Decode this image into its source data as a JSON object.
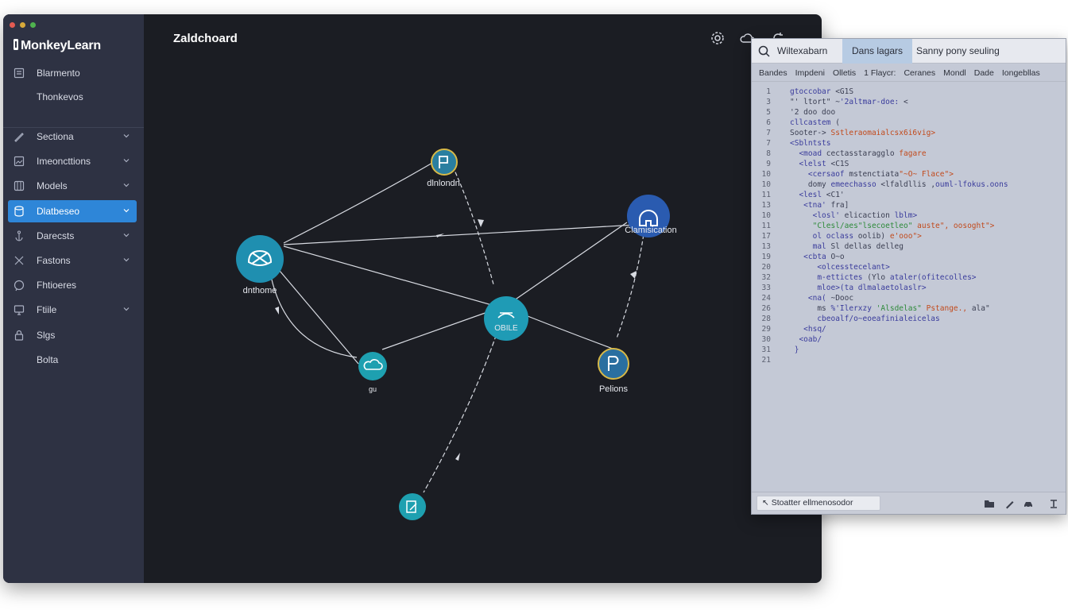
{
  "app": {
    "title": "MonkeyLearn"
  },
  "sidebar": {
    "items": [
      {
        "label": "Blarmento",
        "icon": "document-icon",
        "has_chevron": false,
        "active": false
      },
      {
        "label": "Thonkevos",
        "icon": "",
        "has_chevron": false,
        "active": false
      },
      {
        "label": "Sectiona",
        "icon": "pen-icon",
        "has_chevron": true,
        "active": false
      },
      {
        "label": "Imeoncttions",
        "icon": "image-icon",
        "has_chevron": true,
        "active": false
      },
      {
        "label": "Models",
        "icon": "box-icon",
        "has_chevron": true,
        "active": false
      },
      {
        "label": "Dlatbeseo",
        "icon": "database-icon",
        "has_chevron": true,
        "active": true
      },
      {
        "label": "Darecsts",
        "icon": "anchor-icon",
        "has_chevron": true,
        "active": false
      },
      {
        "label": "Fastons",
        "icon": "tools-icon",
        "has_chevron": true,
        "active": false
      },
      {
        "label": "Fhtioeres",
        "icon": "chat-icon",
        "has_chevron": false,
        "active": false
      },
      {
        "label": "Ftiile",
        "icon": "monitor-icon",
        "has_chevron": true,
        "active": false
      },
      {
        "label": "Slgs",
        "icon": "lock-icon",
        "has_chevron": false,
        "active": false
      },
      {
        "label": "Bolta",
        "icon": "",
        "has_chevron": false,
        "active": false
      }
    ]
  },
  "main": {
    "title": "Zaldchoard",
    "top_icons": [
      "gear-icon",
      "cloud-upload-icon",
      "refresh-icon"
    ]
  },
  "graph": {
    "nodes": [
      {
        "id": "top",
        "label": "dlnlondn",
        "icon": "flag-icon",
        "color": "#2a7fa0"
      },
      {
        "id": "left",
        "label": "dnthome",
        "icon": "brain-icon",
        "color": "#1f8fb0"
      },
      {
        "id": "center",
        "label": "OBILE",
        "icon": "handshake-icon",
        "color": "#1f9bb5"
      },
      {
        "id": "right-top",
        "label": "Clamisication",
        "icon": "robot-head-icon",
        "color": "#2a5bb0"
      },
      {
        "id": "right-mid",
        "label": "Pelions",
        "icon": "letter-p-icon",
        "color": "#2a6fa0"
      },
      {
        "id": "small-left",
        "label": "gu",
        "icon": "cloud-icon",
        "color": "#1ea0b0"
      },
      {
        "id": "bottom",
        "label": "",
        "icon": "pencil-box-icon",
        "color": "#1ea0b0"
      }
    ]
  },
  "editor": {
    "tabs": [
      {
        "label": "Wiltexabarn",
        "active": false
      },
      {
        "label": "Dans lagars",
        "active": true
      },
      {
        "label": "Sanny pony seuling",
        "active": false
      }
    ],
    "menu": [
      "Bandes",
      "Impdeni",
      "Olletis",
      "1 Flaycr:",
      "Ceranes",
      "Mondl",
      "Dade",
      "Iongebllas"
    ],
    "lines": [
      {
        "n": "1",
        "segments": [
          {
            "t": "gtoccobar",
            "c": "kw"
          },
          {
            "t": " <G1S",
            "c": "pl"
          }
        ]
      },
      {
        "n": "3",
        "segments": [
          {
            "t": "\"' ltort\" ~",
            "c": "pl"
          },
          {
            "t": "'2altmar-doe:",
            "c": "kw"
          },
          {
            "t": " <",
            "c": "pl"
          }
        ]
      },
      {
        "n": "5",
        "segments": [
          {
            "t": "'2 doo doo",
            "c": "pl"
          }
        ]
      },
      {
        "n": "6",
        "segments": [
          {
            "t": "cllcastem",
            "c": "kw"
          },
          {
            "t": " (",
            "c": "pl"
          }
        ]
      },
      {
        "n": "7",
        "segments": [
          {
            "t": "Sooter->",
            "c": "pl"
          },
          {
            "t": " Sstleraomaialcsx6i6vig>",
            "c": "str"
          }
        ]
      },
      {
        "n": "7",
        "segments": [
          {
            "t": "<Sblntsts",
            "c": "kw"
          }
        ]
      },
      {
        "n": "8",
        "segments": [
          {
            "t": "  <moad ",
            "c": "kw"
          },
          {
            "t": "cectasstaragglo",
            "c": "pl"
          },
          {
            "t": " fagare",
            "c": "str"
          }
        ]
      },
      {
        "n": "9",
        "segments": [
          {
            "t": "  <lelst ",
            "c": "kw"
          },
          {
            "t": "<C1S",
            "c": "pl"
          }
        ]
      },
      {
        "n": "10",
        "segments": [
          {
            "t": "    <cersaof ",
            "c": "kw"
          },
          {
            "t": "mstenctiata",
            "c": "pl"
          },
          {
            "t": "\"~O~ Flace\">",
            "c": "str"
          }
        ]
      },
      {
        "n": "10",
        "segments": [
          {
            "t": "    domy ",
            "c": "pl"
          },
          {
            "t": "emeechasso",
            "c": "kw"
          },
          {
            "t": " <lfaldllis ,",
            "c": "pl"
          },
          {
            "t": "ouml-lfokus.oons",
            "c": "kw"
          }
        ]
      },
      {
        "n": "11",
        "segments": [
          {
            "t": "  <lesl ",
            "c": "kw"
          },
          {
            "t": "<C1'",
            "c": "pl"
          }
        ]
      },
      {
        "n": "13",
        "segments": [
          {
            "t": "   <tna' ",
            "c": "kw"
          },
          {
            "t": "fra]",
            "c": "pl"
          }
        ]
      },
      {
        "n": "10",
        "segments": [
          {
            "t": "     <losl'",
            "c": "kw"
          },
          {
            "t": " elicaction ",
            "c": "pl"
          },
          {
            "t": "lblm>",
            "c": "kw"
          }
        ]
      },
      {
        "n": "11",
        "segments": [
          {
            "t": "     \"Clesl/aes\"",
            "c": "grn"
          },
          {
            "t": "lsecoetleo\"",
            "c": "grn"
          },
          {
            "t": " auste\"",
            "c": "str"
          },
          {
            "t": ", oosoght\">",
            "c": "str"
          }
        ]
      },
      {
        "n": "17",
        "segments": [
          {
            "t": "     ol oclass ",
            "c": "kw"
          },
          {
            "t": "oolib)",
            "c": "pl"
          },
          {
            "t": " e'ooo\">",
            "c": "str"
          }
        ]
      },
      {
        "n": "13",
        "segments": [
          {
            "t": "     mal ",
            "c": "kw"
          },
          {
            "t": "Sl dellas delleg",
            "c": "pl"
          }
        ]
      },
      {
        "n": "19",
        "segments": [
          {
            "t": "   <cbta ",
            "c": "kw"
          },
          {
            "t": "O~o",
            "c": "pl"
          }
        ]
      },
      {
        "n": "20",
        "segments": [
          {
            "t": "      <olcesstecelant>",
            "c": "kw"
          }
        ]
      },
      {
        "n": "32",
        "segments": [
          {
            "t": "      m-ettictes ",
            "c": "kw"
          },
          {
            "t": "(Ylo ",
            "c": "pl"
          },
          {
            "t": "ataler(ofitecolles>",
            "c": "kw"
          }
        ]
      },
      {
        "n": "33",
        "segments": [
          {
            "t": "      mloe>(ta ",
            "c": "kw"
          },
          {
            "t": "dlmalaetolaslr>",
            "c": "kw"
          }
        ]
      },
      {
        "n": "24",
        "segments": [
          {
            "t": "    <na(",
            "c": "kw"
          },
          {
            "t": " ~Dooc",
            "c": "pl"
          }
        ]
      },
      {
        "n": "26",
        "segments": [
          {
            "t": "      ms ",
            "c": "pl"
          },
          {
            "t": "%'Ilerxzy ",
            "c": "kw"
          },
          {
            "t": "'Alsdelas\"",
            "c": "grn"
          },
          {
            "t": " Pstange.,",
            "c": "str"
          },
          {
            "t": " ala\"",
            "c": "pl"
          }
        ]
      },
      {
        "n": "28",
        "segments": [
          {
            "t": "      cbeoalf/",
            "c": "kw"
          },
          {
            "t": "o~eoeafinialeicelas",
            "c": "kw"
          }
        ]
      },
      {
        "n": "29",
        "segments": [
          {
            "t": "   <hsq/",
            "c": "kw"
          }
        ]
      },
      {
        "n": "30",
        "segments": [
          {
            "t": "  <oab/",
            "c": "kw"
          }
        ]
      },
      {
        "n": "31",
        "segments": [
          {
            "t": " }",
            "c": "kw"
          }
        ]
      },
      {
        "n": "21",
        "segments": []
      }
    ],
    "status_field": "Stoatter ellmenosodor",
    "status_icons": [
      "folder-icon",
      "pencil-icon",
      "car-icon",
      "text-icon"
    ]
  }
}
